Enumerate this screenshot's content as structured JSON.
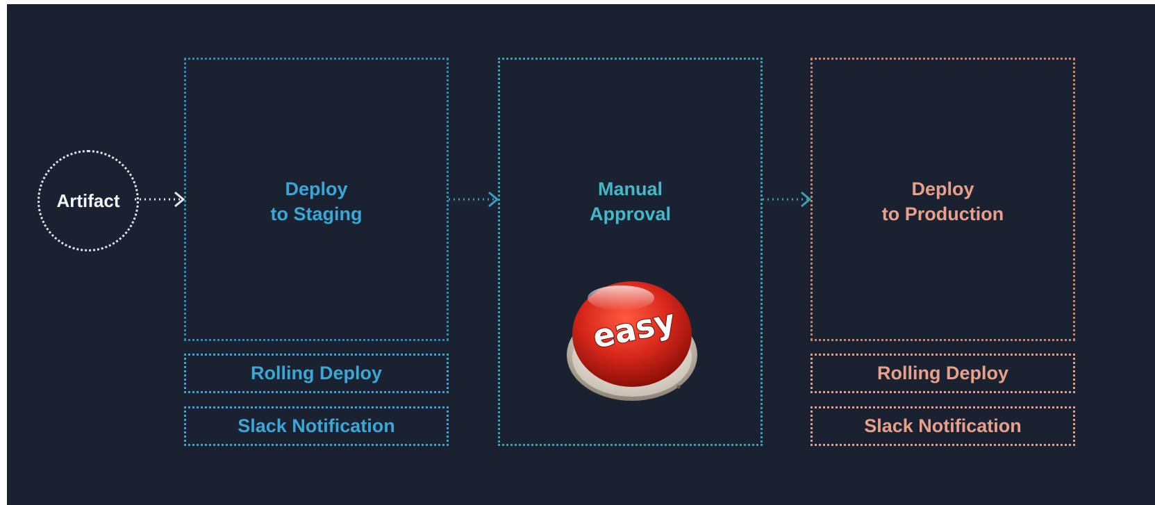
{
  "diagram": {
    "artifact": {
      "label": "Artifact"
    },
    "stages": [
      {
        "title_line1": "Deploy",
        "title_line2": "to Staging",
        "steps": [
          "Rolling Deploy",
          "Slack Notification"
        ],
        "color": "#3aa7d6"
      },
      {
        "title_line1": "Manual",
        "title_line2": "Approval",
        "color": "#43b8c9",
        "button_label": "easy"
      },
      {
        "title_line1": "Deploy",
        "title_line2": "to Production",
        "steps": [
          "Rolling Deploy",
          "Slack Notification"
        ],
        "color": "#e9a08a"
      }
    ],
    "colors": {
      "background": "#1a2232",
      "artifact": "#dfe4ea",
      "button_red": "#d8281b"
    }
  }
}
